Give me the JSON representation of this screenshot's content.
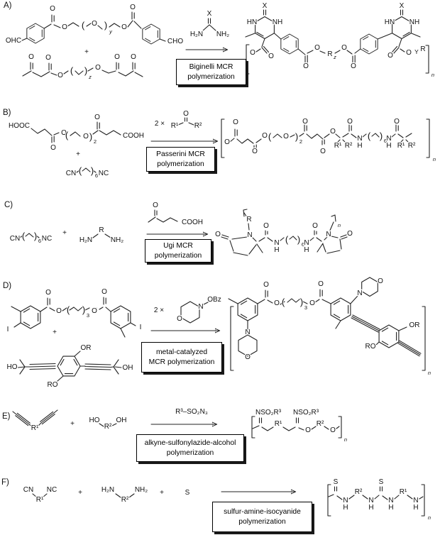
{
  "colors": {
    "background": "#ffffff",
    "ink": "#1a1a1a"
  },
  "atoms": {
    "O": "O",
    "HO": "HO",
    "OH": "OH",
    "OHC": "OHC",
    "CHO": "CHO",
    "X": "X",
    "H2N": "H₂N",
    "NH2": "NH₂",
    "HN": "HN",
    "NH": "NH",
    "N": "N",
    "H": "H",
    "CN": "CN",
    "NC": "NC",
    "S": "S",
    "R": "R",
    "R1": "R¹",
    "R2": "R²",
    "R3": "R³",
    "Y": "Y",
    "I": "I",
    "HOOC": "HOOC",
    "COOH": "COOH",
    "OBz": "OBz",
    "OR": "OR",
    "RO": "RO",
    "NSO2R3": "NSO₂R³",
    "R3SO2N3": "R³–SO₂N₃",
    "plus": "+",
    "times2": "2 ×",
    "subY": "y",
    "subZ": "z",
    "subN": "n",
    "sub2": "2",
    "sub3": "3",
    "sub6": "6",
    "lp": "(",
    "rp": ")"
  },
  "panels": {
    "a": {
      "label": "A)",
      "box_line1": "Biginelli MCR",
      "box_line2": "polymerization"
    },
    "b": {
      "label": "B)",
      "box_line1": "Passerini MCR",
      "box_line2": "polymerization"
    },
    "c": {
      "label": "C)",
      "box_line1": "Ugi MCR",
      "box_line2": "polymerization"
    },
    "d": {
      "label": "D)",
      "box_line1": "metal-catalyzed",
      "box_line2": "MCR polymerization"
    },
    "e": {
      "label": "E)",
      "box_line1": "alkyne-sulfonylazide-alcohol",
      "box_line2": "polymerization"
    },
    "f": {
      "label": "F)",
      "box_line1": "sulfur-amine-isocyanide",
      "box_line2": "polymerization"
    }
  }
}
